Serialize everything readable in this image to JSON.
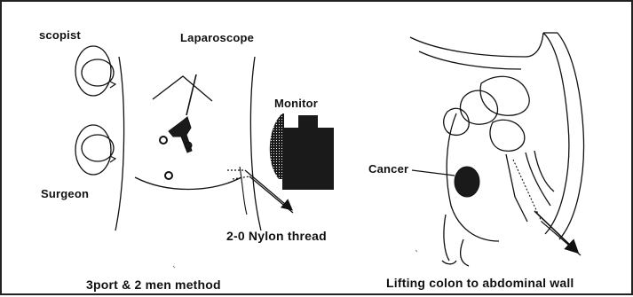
{
  "labels": {
    "scopist": "scopist",
    "laparoscope": "Laparoscope",
    "monitor": "Monitor",
    "surgeon": "Surgeon",
    "nylon_thread": "2-0  Nylon thread",
    "cancer": "Cancer",
    "left_caption": "3port & 2 men method",
    "right_caption": "Lifting colon to abdominal wall"
  },
  "colors": {
    "ink": "#111111",
    "fill_dark": "#1a1a1a",
    "frame": "#222222",
    "background": "#ffffff"
  }
}
